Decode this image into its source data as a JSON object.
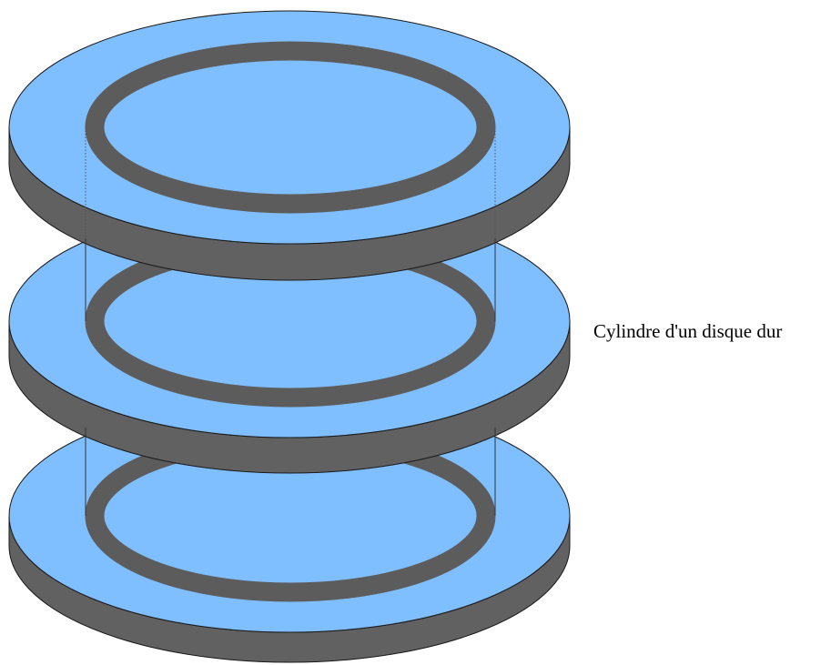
{
  "caption": "Cylindre d'un disque dur",
  "colors": {
    "platter_top": "#80bfff",
    "platter_side": "#616161",
    "track_ring": "#5c5c5c",
    "outline": "#1a1a1a"
  },
  "platters": [
    {
      "name": "top-platter"
    },
    {
      "name": "middle-platter"
    },
    {
      "name": "bottom-platter"
    }
  ]
}
